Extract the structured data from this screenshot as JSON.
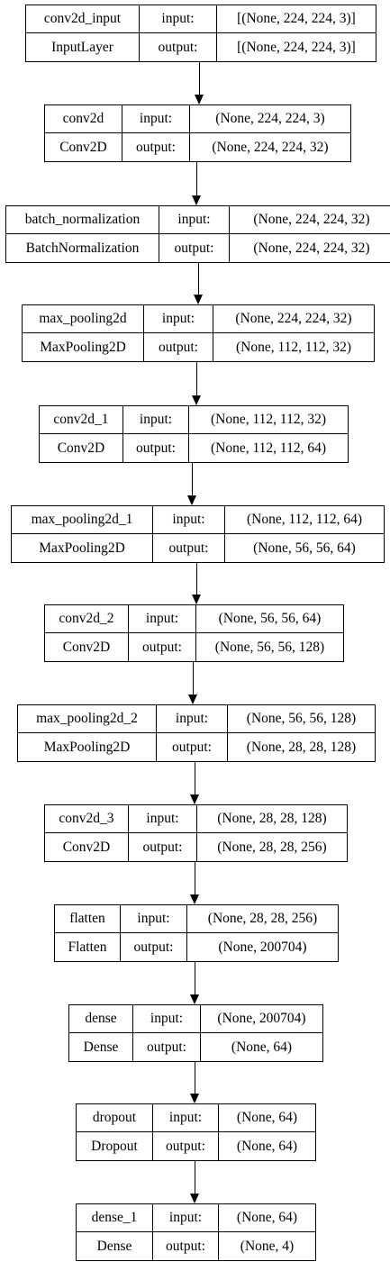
{
  "io_labels": {
    "input": "input:",
    "output": "output:"
  },
  "layers": [
    {
      "name": "conv2d_input",
      "class": "InputLayer",
      "input_shape": "[(None, 224, 224, 3)]",
      "output_shape": "[(None, 224, 224, 3)]"
    },
    {
      "name": "conv2d",
      "class": "Conv2D",
      "input_shape": "(None, 224, 224, 3)",
      "output_shape": "(None, 224, 224, 32)"
    },
    {
      "name": "batch_normalization",
      "class": "BatchNormalization",
      "input_shape": "(None, 224, 224, 32)",
      "output_shape": "(None, 224, 224, 32)"
    },
    {
      "name": "max_pooling2d",
      "class": "MaxPooling2D",
      "input_shape": "(None, 224, 224, 32)",
      "output_shape": "(None, 112, 112, 32)"
    },
    {
      "name": "conv2d_1",
      "class": "Conv2D",
      "input_shape": "(None, 112, 112, 32)",
      "output_shape": "(None, 112, 112, 64)"
    },
    {
      "name": "max_pooling2d_1",
      "class": "MaxPooling2D",
      "input_shape": "(None, 112, 112, 64)",
      "output_shape": "(None, 56, 56, 64)"
    },
    {
      "name": "conv2d_2",
      "class": "Conv2D",
      "input_shape": "(None, 56, 56, 64)",
      "output_shape": "(None, 56, 56, 128)"
    },
    {
      "name": "max_pooling2d_2",
      "class": "MaxPooling2D",
      "input_shape": "(None, 56, 56, 128)",
      "output_shape": "(None, 28, 28, 128)"
    },
    {
      "name": "conv2d_3",
      "class": "Conv2D",
      "input_shape": "(None, 28, 28, 128)",
      "output_shape": "(None, 28, 28, 256)"
    },
    {
      "name": "flatten",
      "class": "Flatten",
      "input_shape": "(None, 28, 28, 256)",
      "output_shape": "(None, 200704)"
    },
    {
      "name": "dense",
      "class": "Dense",
      "input_shape": "(None, 200704)",
      "output_shape": "(None, 64)"
    },
    {
      "name": "dropout",
      "class": "Dropout",
      "input_shape": "(None, 64)",
      "output_shape": "(None, 64)"
    },
    {
      "name": "dense_1",
      "class": "Dense",
      "input_shape": "(None, 64)",
      "output_shape": "(None, 4)"
    }
  ]
}
